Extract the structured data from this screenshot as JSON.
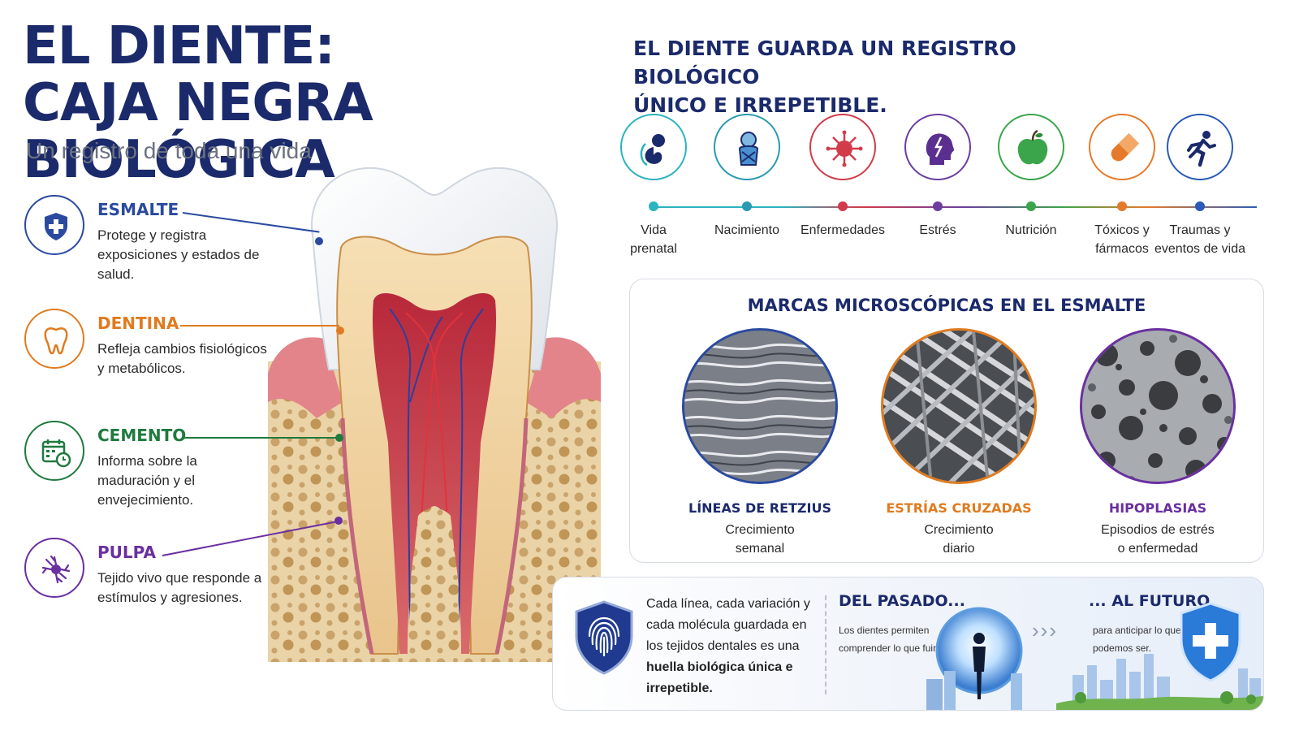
{
  "title": {
    "line1": "EL DIENTE:",
    "line2": "CAJA NEGRA BIOLÓGICA",
    "subtitle": "Un registro de toda una vida"
  },
  "layers": [
    {
      "name": "ESMALTE",
      "desc": "Protege y registra exposiciones y estados de salud.",
      "color": "#2a4aa0",
      "icon": "shield-plus-icon"
    },
    {
      "name": "DENTINA",
      "desc": "Refleja cambios fisiológicos y metabólicos.",
      "color": "#e07b1f",
      "icon": "tooth-icon"
    },
    {
      "name": "CEMENTO",
      "desc": "Informa sobre la maduración y el envejecimiento.",
      "color": "#1f7a3e",
      "icon": "calendar-clock-icon"
    },
    {
      "name": "PULPA",
      "desc": "Tejido vivo que responde a estímulos y agresiones.",
      "color": "#6a2fa0",
      "icon": "neuron-icon"
    }
  ],
  "right_header": {
    "line1": "EL DIENTE GUARDA UN REGISTRO BIOLÓGICO",
    "line2": "ÚNICO E IRREPETIBLE."
  },
  "timeline": [
    {
      "line1": "Vida",
      "line2": "prenatal",
      "color": "#2bb3c0",
      "icon": "fetus-icon"
    },
    {
      "line1": "Nacimiento",
      "line2": "",
      "color": "#2a9ab0",
      "icon": "baby-icon"
    },
    {
      "line1": "Enfermedades",
      "line2": "",
      "color": "#d23b4a",
      "icon": "virus-icon"
    },
    {
      "line1": "Estrés",
      "line2": "",
      "color": "#6a3fa0",
      "icon": "stress-head-icon"
    },
    {
      "line1": "Nutrición",
      "line2": "",
      "color": "#3aa54a",
      "icon": "apple-icon"
    },
    {
      "line1": "Tóxicos y",
      "line2": "fármacos",
      "color": "#e57a2b",
      "icon": "pill-icon"
    },
    {
      "line1": "Traumas y",
      "line2": "eventos de vida",
      "color": "#2b5bb6",
      "icon": "running-person-icon"
    }
  ],
  "marks_panel": {
    "title": "MARCAS MICROSCÓPICAS EN EL ESMALTE",
    "items": [
      {
        "name": "LÍNEAS DE RETZIUS",
        "line1": "Crecimiento",
        "line2": "semanal",
        "color": "#1b2a6b",
        "border": "#2a4aa0"
      },
      {
        "name": "ESTRÍAS CRUZADAS",
        "line1": "Crecimiento",
        "line2": "diario",
        "color": "#e07b1f",
        "border": "#e07b1f"
      },
      {
        "name": "HIPOPLASIAS",
        "line1": "Episodios de estrés",
        "line2": "o enfermedad",
        "color": "#6a2fa0",
        "border": "#6a2fa0"
      }
    ]
  },
  "banner": {
    "text_pre": "Cada línea, cada variación y cada molécula guardada en los tejidos dentales es una ",
    "text_bold": "huella biológica única e irrepetible.",
    "past_title": "DEL PASADO...",
    "past_desc": "Los dientes permiten comprender lo que fuimos",
    "future_title": "... AL FUTURO",
    "future_desc": "para anticipar lo que podemos ser."
  }
}
